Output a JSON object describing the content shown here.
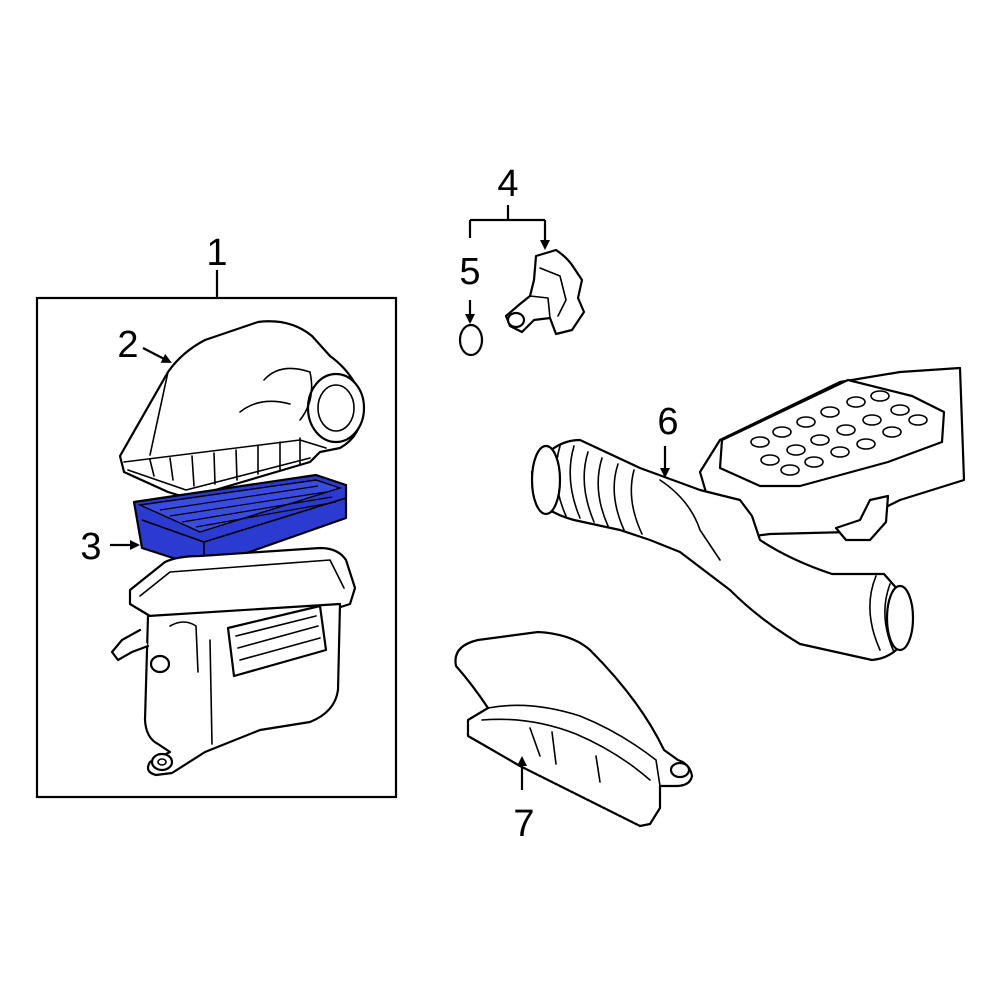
{
  "callouts": [
    {
      "id": "1",
      "text": "1"
    },
    {
      "id": "2",
      "text": "2"
    },
    {
      "id": "3",
      "text": "3"
    },
    {
      "id": "4",
      "text": "4"
    },
    {
      "id": "5",
      "text": "5"
    },
    {
      "id": "6",
      "text": "6"
    },
    {
      "id": "7",
      "text": "7"
    }
  ],
  "colors": {
    "highlight": "#2b3bd1",
    "line": "#000000",
    "background": "#ffffff"
  }
}
